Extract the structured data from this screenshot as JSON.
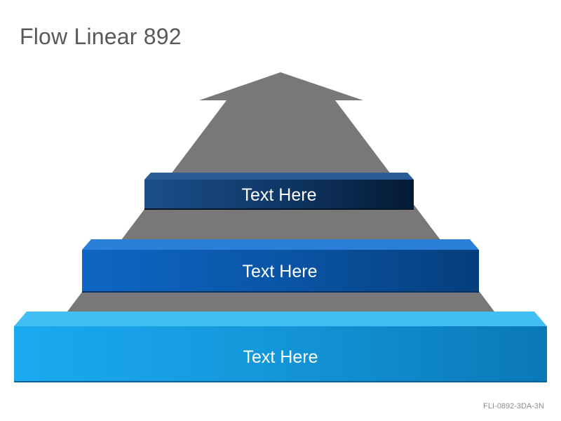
{
  "title": "Flow Linear 892",
  "steps": [
    {
      "label": "Text Here",
      "color": "#0d2e5a"
    },
    {
      "label": "Text Here",
      "color": "#0a4f9a"
    },
    {
      "label": "Text Here",
      "color": "#1aa3e8"
    }
  ],
  "arrow_color": "#7a7a7a",
  "footer_code": "FLI-0892-3DA-3N"
}
